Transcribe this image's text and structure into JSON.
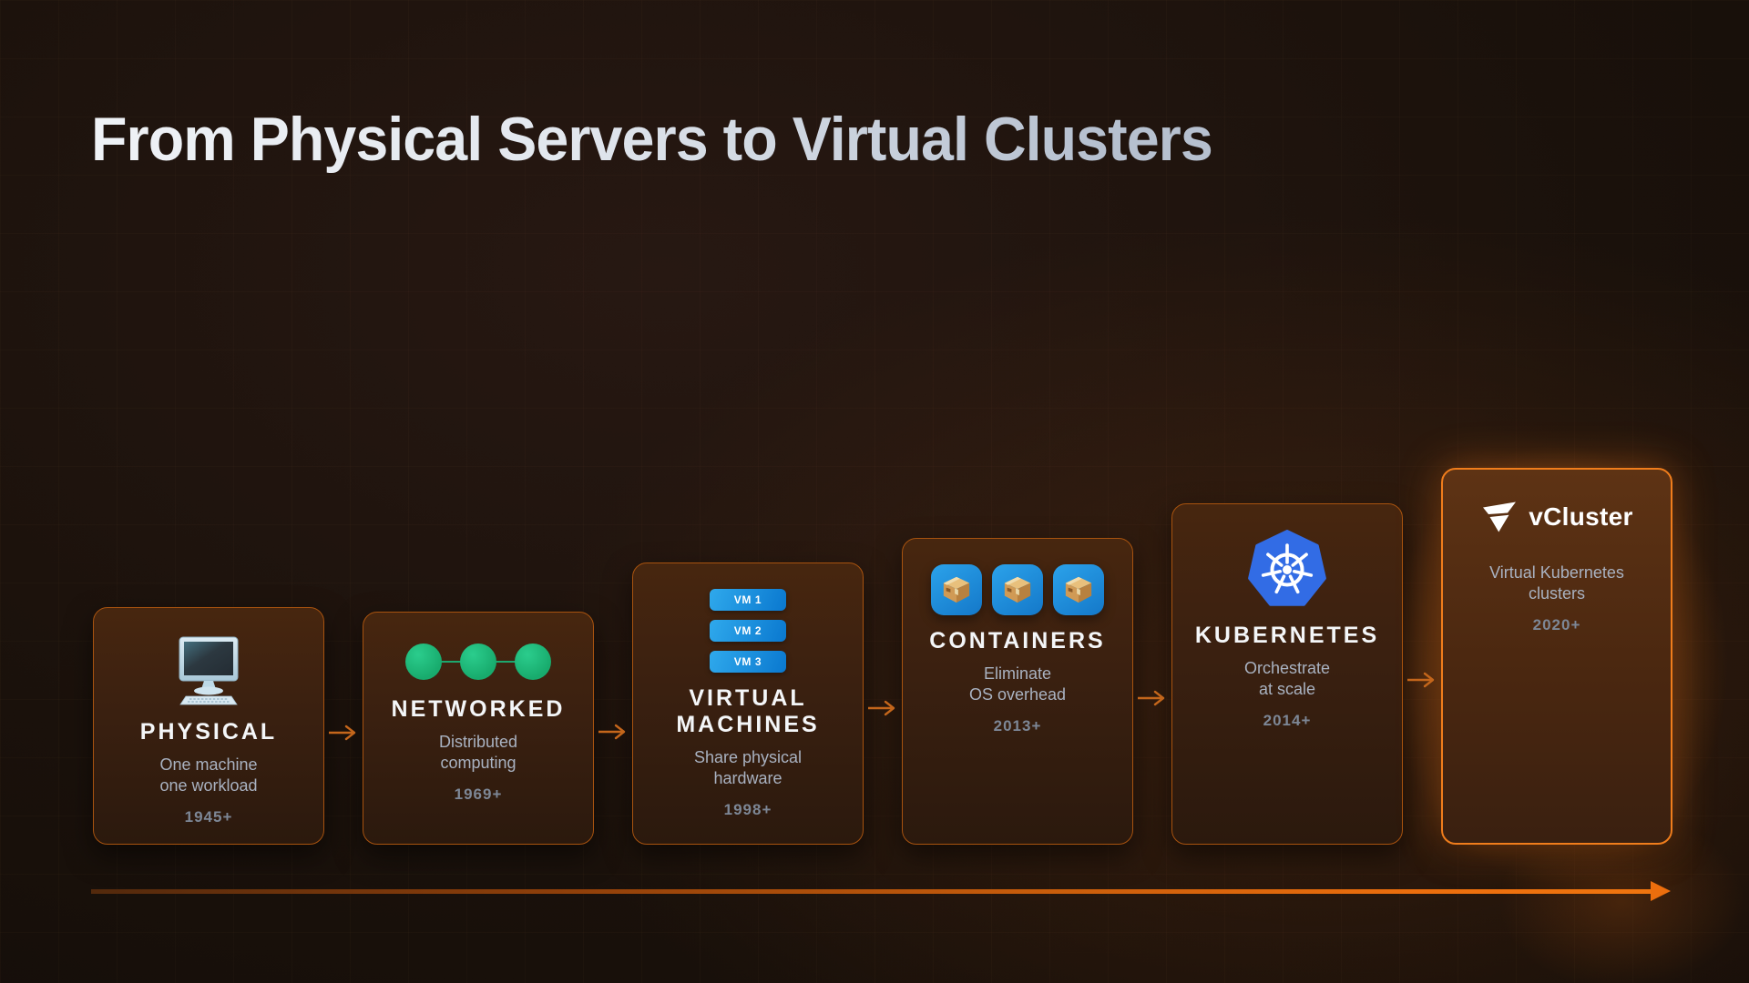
{
  "header": {
    "title": "From Physical Servers to Virtual Clusters"
  },
  "stages": [
    {
      "name": "PHYSICAL",
      "icon": "desktop-computer-icon",
      "desc": [
        "One machine",
        "one workload"
      ],
      "year": "1945+"
    },
    {
      "name": "NETWORKED",
      "icon": "network-nodes-icon",
      "desc": [
        "Distributed",
        "computing"
      ],
      "year": "1969+"
    },
    {
      "name": "VIRTUAL MACHINES",
      "name_lines": [
        "VIRTUAL",
        "MACHINES"
      ],
      "icon": "vm-stack-icon",
      "vms": [
        "VM 1",
        "VM 2",
        "VM 3"
      ],
      "desc": [
        "Share physical",
        "hardware"
      ],
      "year": "1998+"
    },
    {
      "name": "CONTAINERS",
      "icon": "package-icon",
      "desc": [
        "Eliminate",
        "OS overhead"
      ],
      "year": "2013+"
    },
    {
      "name": "KUBERNETES",
      "icon": "kubernetes-wheel-icon",
      "desc": [
        "Orchestrate",
        "at scale"
      ],
      "year": "2014+"
    },
    {
      "name": "vCluster",
      "icon": "vcluster-logo-icon",
      "desc": [
        "Virtual Kubernetes",
        "clusters"
      ],
      "year": "2020+"
    }
  ],
  "colors": {
    "accent_orange": "#ec6e0d",
    "card_border": "#a8530f",
    "highlight_border": "#f07d1c",
    "node_green": "#1fbd7e",
    "vm_blue": "#0a78cf",
    "kubernetes_blue": "#326ce5",
    "title_gray": "#b6c0cf",
    "desc_gray": "#a9b2c1",
    "year_gray": "#7d8796"
  }
}
